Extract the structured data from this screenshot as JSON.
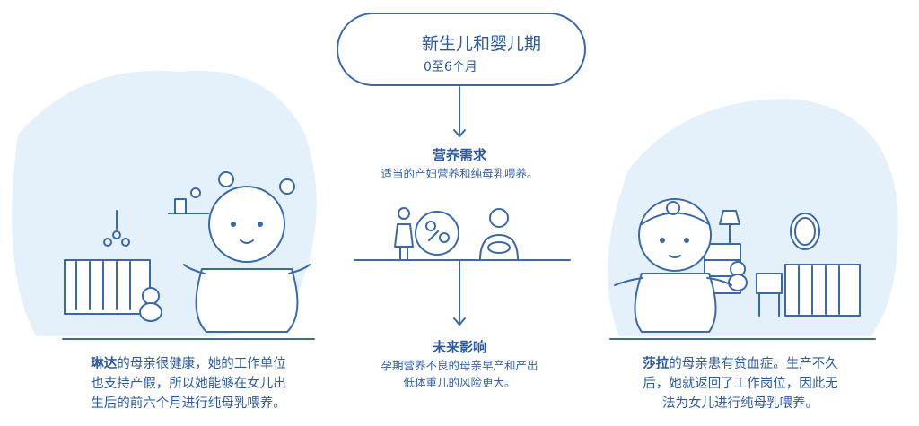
{
  "stage": {
    "title": "新生儿和婴儿期",
    "subtitle": "0至6个月",
    "icon": "crawling-baby-icon"
  },
  "nutrition_needs": {
    "title": "营养需求",
    "text": "适当的产妇营养和纯母乳喂养。"
  },
  "future_impact": {
    "title": "未来影响",
    "lines": [
      "孕期营养不良的母亲早产和产出",
      "低体重儿的风险更大。"
    ]
  },
  "linda": {
    "name": "琳达",
    "lines": [
      "的母亲很健康，她的工作单位",
      "也支持产假，所以她能够在女儿出",
      "生后的前六个月进行纯母乳喂养。"
    ]
  },
  "sara": {
    "name": "莎拉",
    "lines": [
      "的母亲患有贫血症。生产不久",
      "后，她就返回了工作岗位，因此无",
      "法为女儿进行纯母乳喂养。"
    ]
  },
  "colors": {
    "line": "#3b69a8",
    "text": "#2c5b9c",
    "blob": "#e4f1fb"
  }
}
